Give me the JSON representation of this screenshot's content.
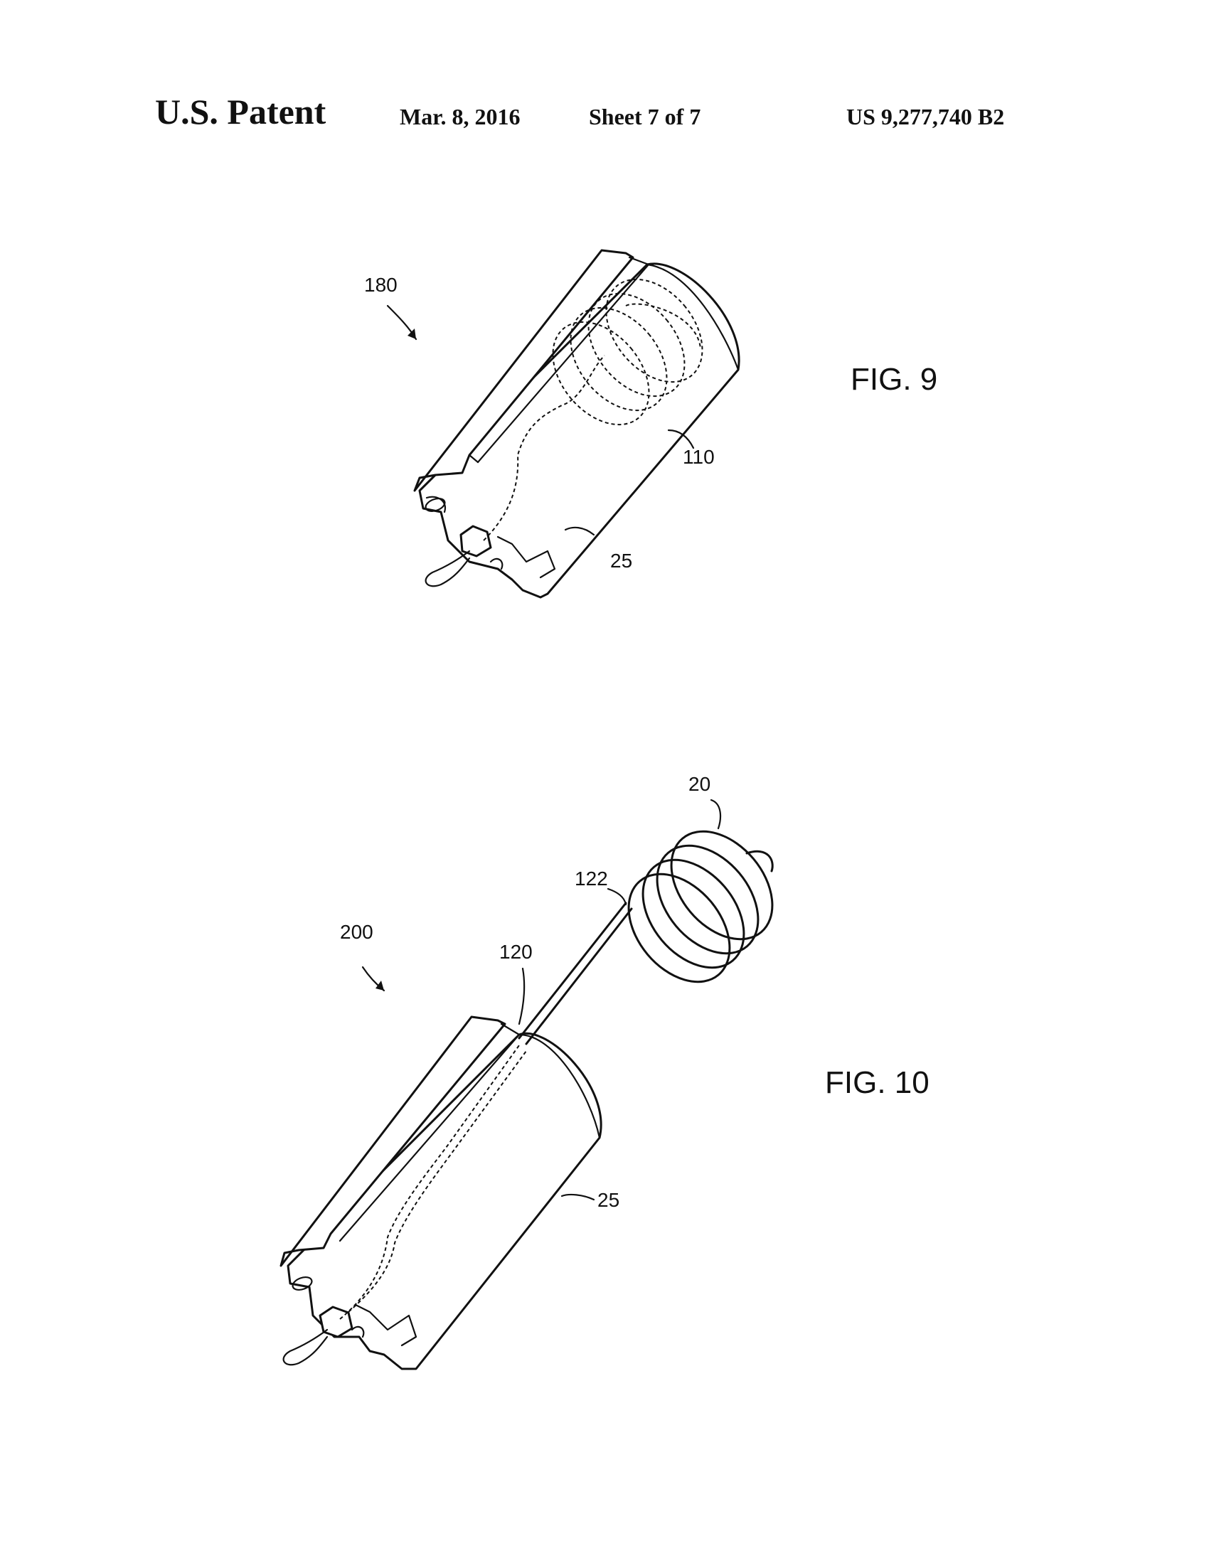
{
  "header": {
    "title": "U.S. Patent",
    "date": "Mar. 8, 2016",
    "sheet": "Sheet 7 of 7",
    "patent_number": "US 9,277,740 B2"
  },
  "figures": [
    {
      "caption": "FIG. 9",
      "reference_numerals": [
        "180",
        "110",
        "25"
      ]
    },
    {
      "caption": "FIG. 10",
      "reference_numerals": [
        "20",
        "122",
        "200",
        "120",
        "25"
      ]
    }
  ]
}
